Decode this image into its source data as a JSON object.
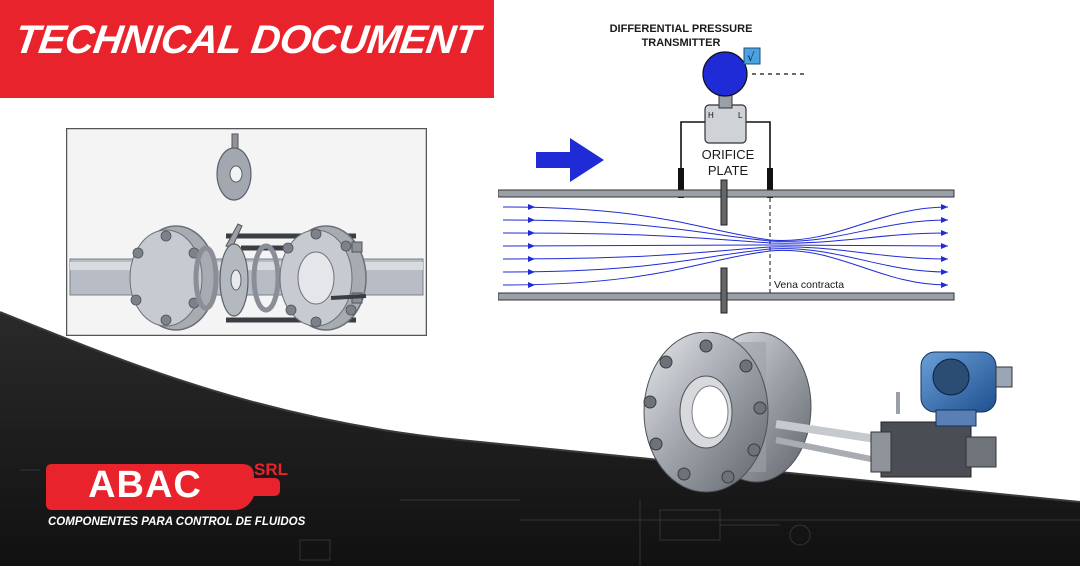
{
  "banner": {
    "title": "TECHNICAL DOCUMENT",
    "color": "#e8232c"
  },
  "diagram": {
    "transmitter_label": "DIFFERENTIAL PRESSURE TRANSMITTER",
    "transmitter_symbol": "√",
    "high_port": "H",
    "low_port": "L",
    "orifice_label_line1": "ORIFICE",
    "orifice_label_line2": "PLATE",
    "vena_label": "Vena contracta",
    "flow_color": "#1f2bd6",
    "flow_arrow_icon": "arrow-right-icon"
  },
  "logo": {
    "name": "ABAC",
    "suffix": "SRL",
    "tagline": "COMPONENTES PARA CONTROL DE FLUIDOS",
    "brand_color": "#e8232c"
  },
  "colors": {
    "dark": "#161616",
    "pipe": "#b8bcc4",
    "transmitter_blue": "#2a5ea8"
  }
}
